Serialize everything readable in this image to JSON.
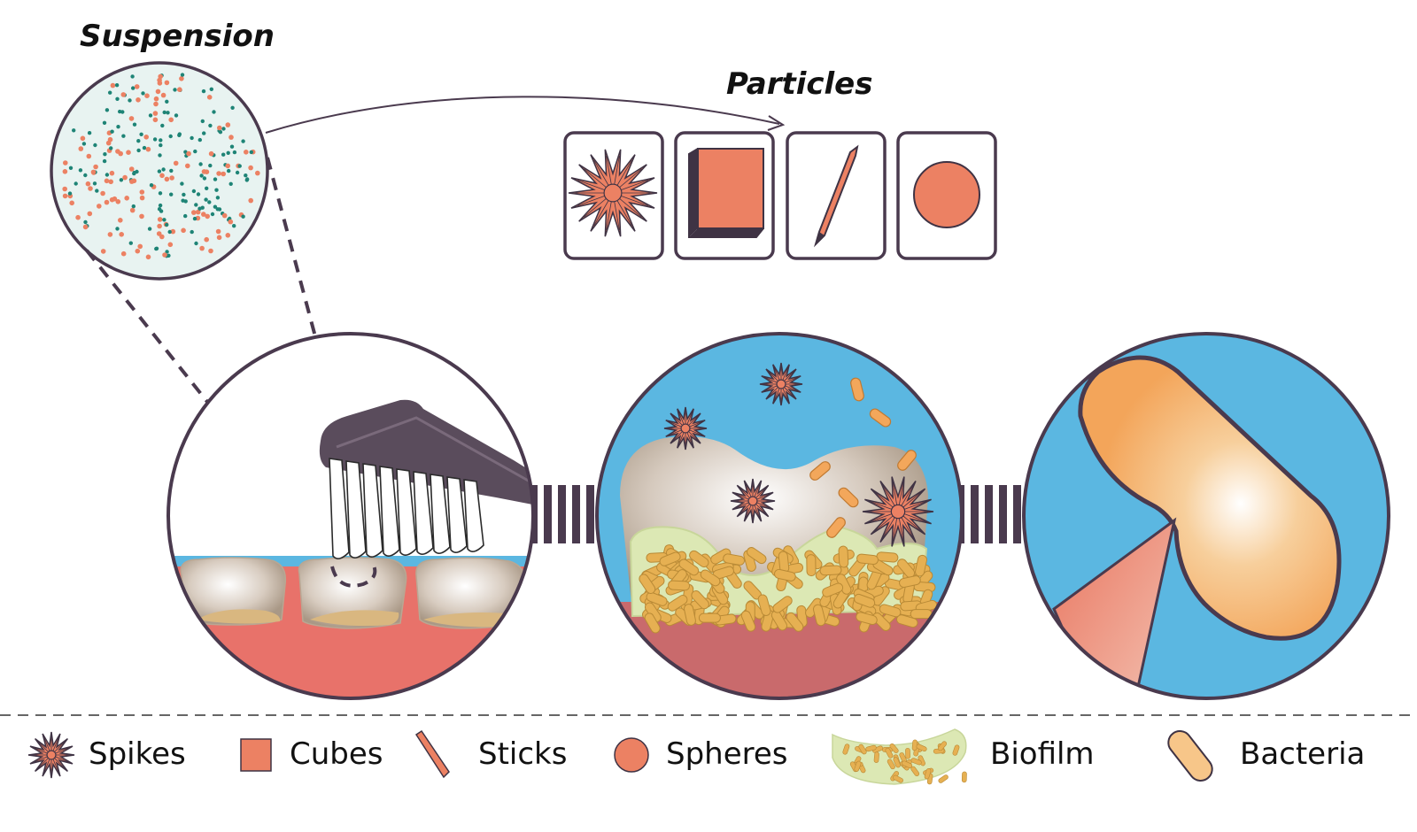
{
  "labels": {
    "suspension": "Suspension",
    "particles": "Particles"
  },
  "legend": {
    "spikes": "Spikes",
    "cubes": "Cubes",
    "sticks": "Sticks",
    "spheres": "Spheres",
    "biofilm": "Biofilm",
    "bacteria": "Bacteria"
  },
  "colors": {
    "outline": "#4a3a4e",
    "particle": "#ec8163",
    "teal_dot": "#1e8476",
    "water": "#5bb7e1",
    "gum": "#e8726a",
    "tooth": "#cbbdb1",
    "biofilm": "#dce8b4",
    "bacteria": "#e6b052",
    "bacterium_big": "#f3a75b",
    "brush": "#5a4c5c"
  }
}
